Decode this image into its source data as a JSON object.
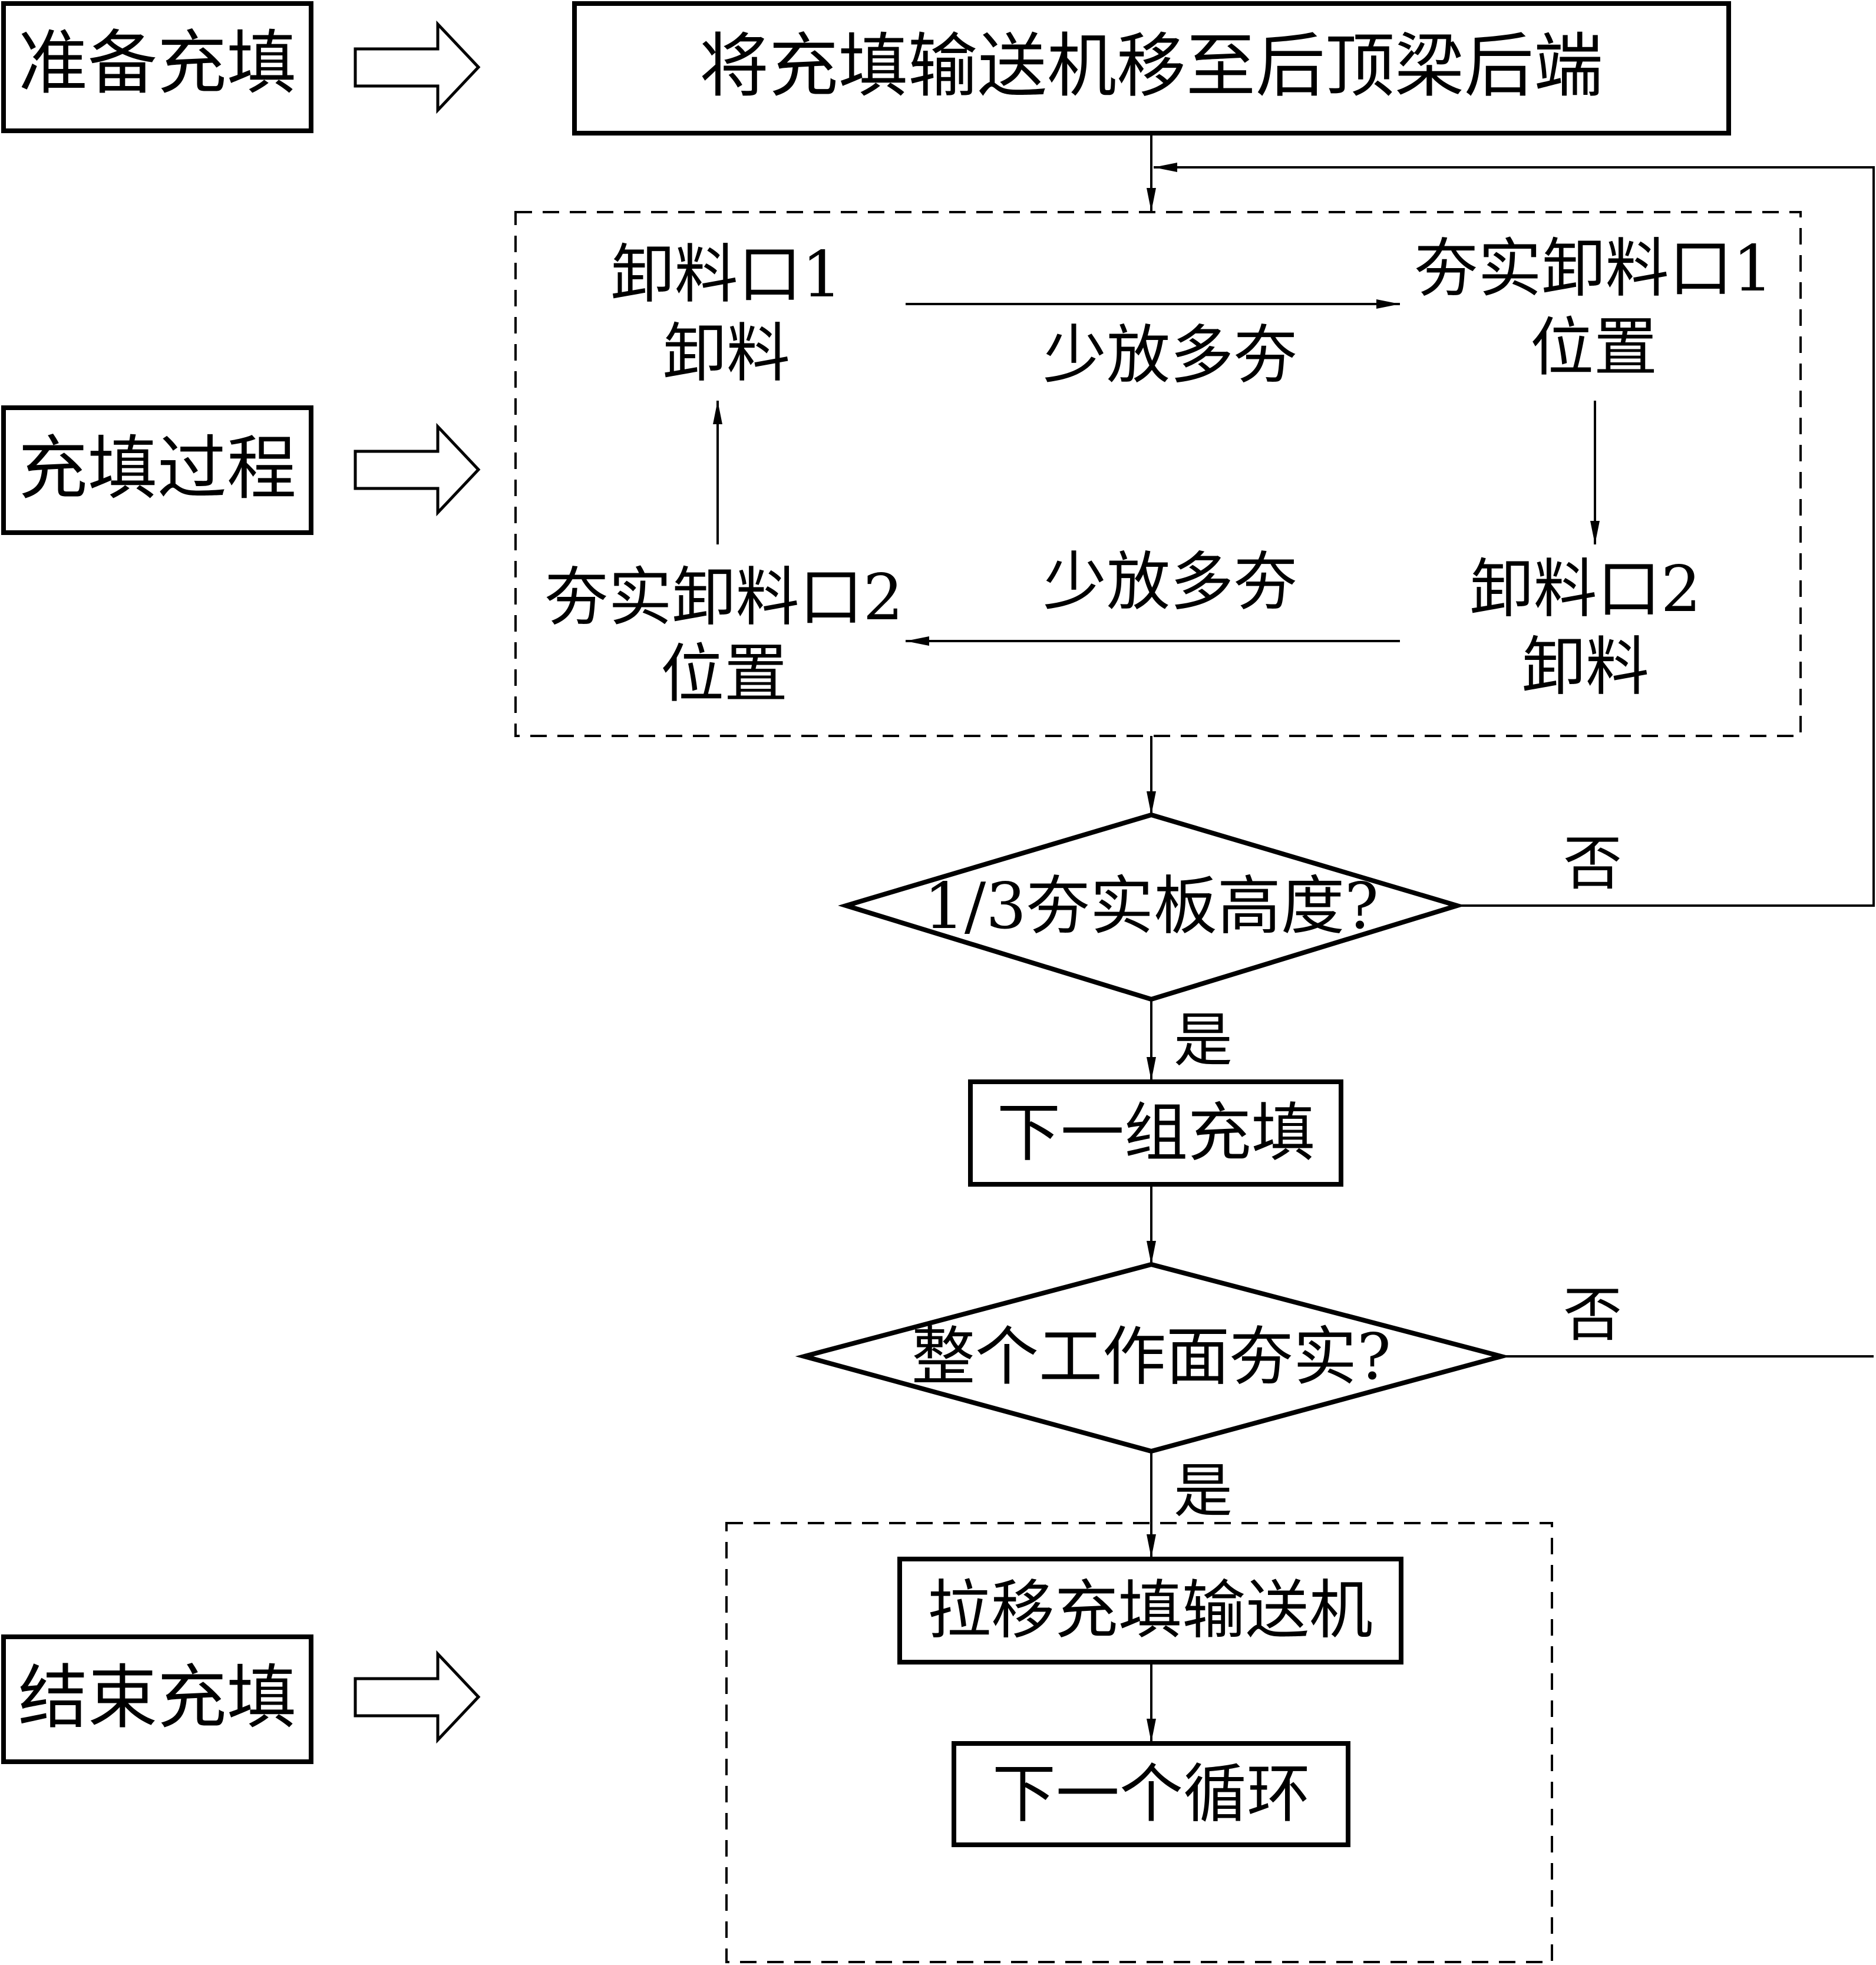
{
  "stages": {
    "prepare": "准备充填",
    "process": "充填过程",
    "finish": "结束充填"
  },
  "steps": {
    "move_conveyor": "将充填输送机移至后顶梁后端",
    "port1_unload": [
      "卸料口1",
      "卸料"
    ],
    "tamp_port1": [
      "夯实卸料口1",
      "位置"
    ],
    "port2_unload": [
      "卸料口2",
      "卸料"
    ],
    "tamp_port2": [
      "夯实卸料口2",
      "位置"
    ],
    "less_more_top": "少放多夯",
    "less_more_bottom": "少放多夯",
    "next_group": "下一组充填",
    "pull_conveyor": "拉移充填输送机",
    "next_cycle": "下一个循环"
  },
  "decisions": {
    "third_height": "1/3夯实板高度?",
    "whole_face": "整个工作面夯实?",
    "yes_label": "是",
    "no_label": "否"
  }
}
